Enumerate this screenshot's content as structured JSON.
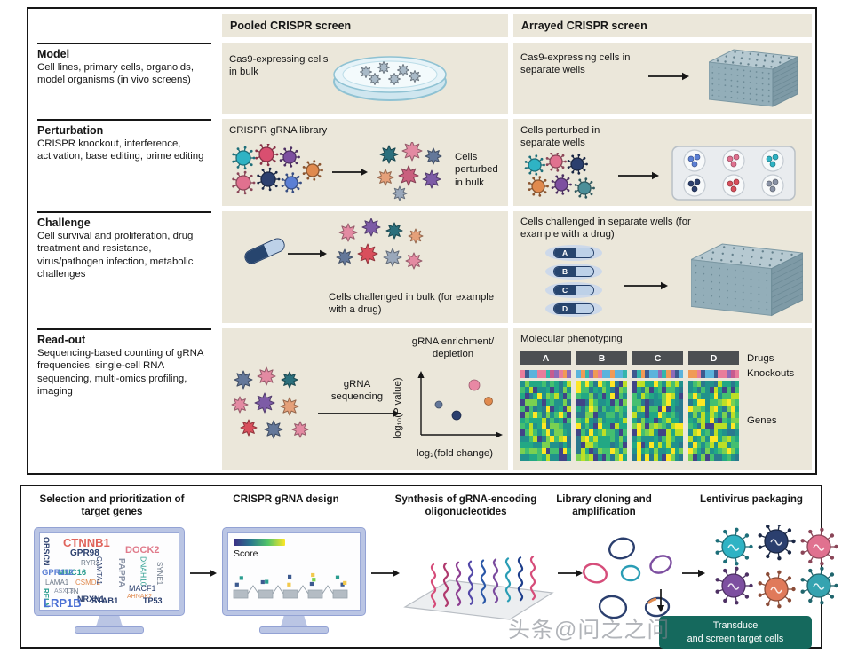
{
  "palette": {
    "panel_background": "#ebe7da",
    "panel_border": "#161616",
    "stack_plate_teal": "#93aeb9",
    "monitor_lavender": "#bac5e4",
    "teal_box_background": "#15695d",
    "pill_dark_blue": "#27456e",
    "pill_light_blue": "#bdd1e8",
    "watermark_gray": "#7d828a",
    "virus_colors": [
      "#2fb3c4",
      "#d94f70",
      "#5b7fd4",
      "#e0718f",
      "#7d4fa0",
      "#2b3f6e",
      "#e08a4e",
      "#4c8f99"
    ],
    "cell_colors": [
      "#2b6f7c",
      "#e38aa2",
      "#64789a",
      "#e5a079",
      "#c9607e",
      "#7d5ba6",
      "#9aa8bb",
      "#d94f5c"
    ],
    "heatmap_viridis": [
      "#440356",
      "#414487",
      "#2a788e",
      "#21918c",
      "#22a884",
      "#44bf70",
      "#7ad151",
      "#bddf26",
      "#fde725"
    ],
    "knockout_strip_colors": [
      "#e87d9b",
      "#35b5ac",
      "#8e6bb8",
      "#f09a56",
      "#3d5a8f",
      "#c75b8e",
      "#5bb3dc"
    ],
    "scatter_point_colors": [
      "#64789a",
      "#2b3f6e",
      "#e888a4",
      "#e08a4e"
    ],
    "well_colors": [
      "#5b7fd4",
      "#e0718f",
      "#2fb3c4",
      "#2b3f6e",
      "#d94f5c",
      "#8a93a6"
    ],
    "oligo_colors": [
      "#d64d7a",
      "#b03a6e",
      "#8d3f92",
      "#5348a8",
      "#2b58a8",
      "#7a4b9e",
      "#2a9db5",
      "#1f3f8c",
      "#d64d7a"
    ],
    "lentivirus_colors": [
      "#2fb3c4",
      "#2b3f6e",
      "#e0718f",
      "#7d4fa0",
      "#e07a5a",
      "#35a3b0"
    ]
  },
  "top_panel": {
    "pooled_header": "Pooled CRISPR screen",
    "arrayed_header": "Arrayed CRISPR screen",
    "rows": [
      {
        "title": "Model",
        "desc": "Cell lines, primary cells, organoids, model organisms (in vivo screens)",
        "pooled_caption": "Cas9-expressing cells in bulk",
        "arrayed_caption": "Cas9-expressing cells in separate wells"
      },
      {
        "title": "Perturbation",
        "desc": "CRISPR knockout, interference, activation, base editing, prime editing",
        "pooled_caption": "CRISPR gRNA library",
        "pooled_caption2": "Cells perturbed in bulk",
        "arrayed_caption": "Cells perturbed in separate wells"
      },
      {
        "title": "Challenge",
        "desc": "Cell survival and proliferation, drug treatment and resistance, virus/pathogen infection, metabolic challenges",
        "pooled_caption2": "Cells challenged in bulk (for example with a drug)",
        "arrayed_caption": "Cells challenged in separate wells (for example with a drug)",
        "pill_labels": [
          "A",
          "B",
          "C",
          "D"
        ]
      },
      {
        "title": "Read-out",
        "desc": "Sequencing-based counting of gRNA frequencies, single-cell RNA sequencing, multi-omics profiling, imaging",
        "pooled_arrow_label": "gRNA sequencing",
        "plot": {
          "title_line1": "gRNA enrichment/",
          "title_line2": "depletion",
          "ylabel": "log₁₀(P value)",
          "xlabel": "log₂(fold change)"
        },
        "arrayed_caption": "Molecular phenotyping",
        "heatmap": {
          "columns": [
            "A",
            "B",
            "C",
            "D"
          ],
          "drugs_label": "Drugs",
          "knockouts_label": "Knockouts",
          "genes_label": "Genes"
        }
      }
    ]
  },
  "bottom_panel": {
    "stages": [
      "Selection and prioritization of target genes",
      "CRISPR gRNA design",
      "Synthesis of gRNA-encoding oligonucleotides",
      "Library cloning and amplification",
      "Lentivirus packaging"
    ],
    "gene_cloud": [
      "CTNNB1",
      "LRP1B",
      "DOCK2",
      "GPR98",
      "RYR2",
      "OBSCN",
      "MUC16",
      "CSMD1",
      "GPR112",
      "LAMA1",
      "CAMTA1",
      "TTN",
      "NRXN1",
      "ASXL3",
      "RELN",
      "STAB1",
      "PAPPA",
      "DNAH10",
      "MACF1",
      "AHNAK2",
      "TP53",
      "SYNE1"
    ],
    "score_label": "Score",
    "final_box_line1": "Transduce",
    "final_box_line2": "and screen target cells",
    "watermark": "头条@问之之问"
  }
}
